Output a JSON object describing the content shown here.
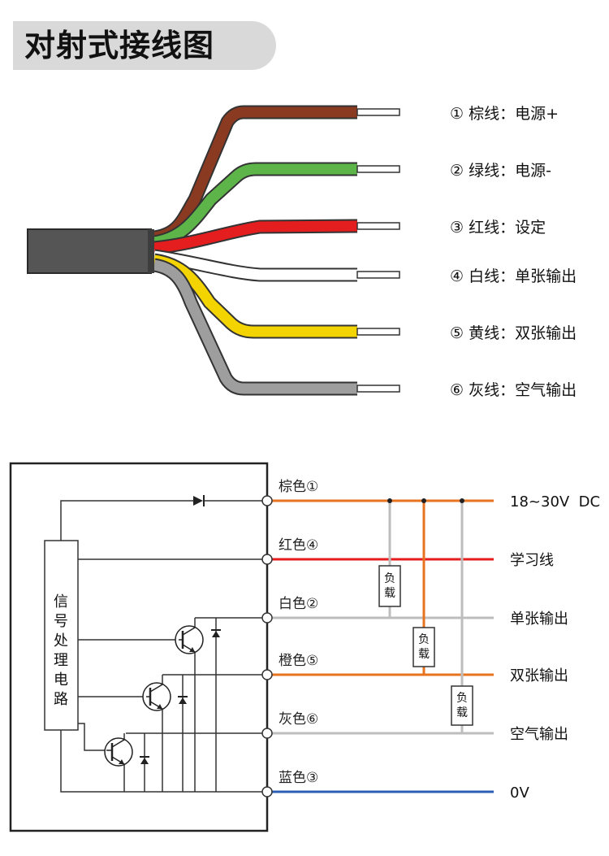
{
  "title": "对射式接线图",
  "wires": [
    {
      "label": "① 棕线：电源+",
      "color": "#8b3a22"
    },
    {
      "label": "② 绿线：电源-",
      "color": "#5db54a"
    },
    {
      "label": "③ 红线：设定",
      "color": "#e41e1e"
    },
    {
      "label": "④ 白线：单张输出",
      "color": "#ffffff"
    },
    {
      "label": "⑤ 黄线：双张输出",
      "color": "#f4d400"
    },
    {
      "label": "⑥ 灰线：空气输出",
      "color": "#9e9e9e"
    }
  ],
  "schematic": {
    "processor_label": "信号处理电路",
    "load_label": "负载",
    "terminals": [
      "棕色①",
      "红色④",
      "白色②",
      "橙色⑤",
      "灰色⑥",
      "蓝色③"
    ],
    "outputs": [
      "18~30V  DC",
      "学习线",
      "单张输出",
      "双张输出",
      "空气输出",
      "0V"
    ],
    "line_colors": [
      "#e8731f",
      "#e41e1e",
      "#bdbdbd",
      "#e8731f",
      "#bdbdbd",
      "#2b5fb4"
    ]
  }
}
